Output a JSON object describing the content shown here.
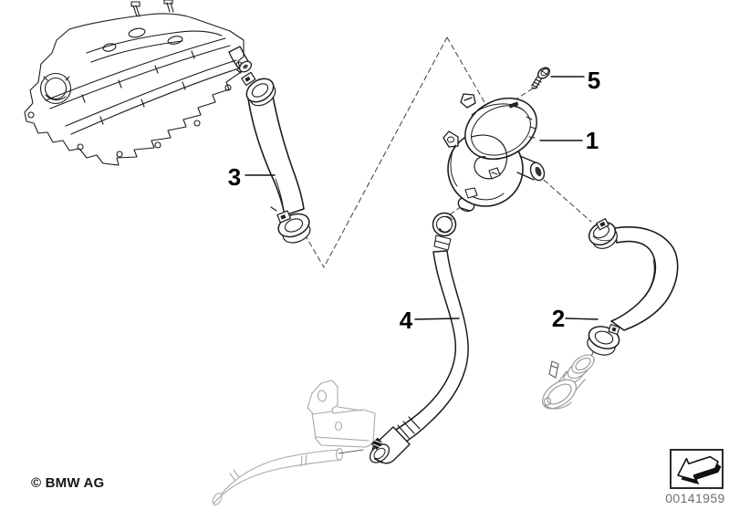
{
  "diagram": {
    "title_hint": "crankcase-ventilation-parts-diagram",
    "callouts": [
      {
        "id": "part-1",
        "text": "1"
      },
      {
        "id": "part-2",
        "text": "2"
      },
      {
        "id": "part-3",
        "text": "3"
      },
      {
        "id": "part-4",
        "text": "4"
      },
      {
        "id": "part-5",
        "text": "5"
      }
    ],
    "footer": {
      "copyright": "© BMW AG",
      "image_number": "00141959"
    },
    "icons": {
      "corner_icon": "corner-arrow-icon"
    },
    "colors": {
      "background": "#ffffff",
      "line": "#1c1c1c",
      "light_line": "#a8a8a8",
      "dashed_line": "#3f3f3f",
      "image_number_text": "#6f6f6f"
    }
  }
}
